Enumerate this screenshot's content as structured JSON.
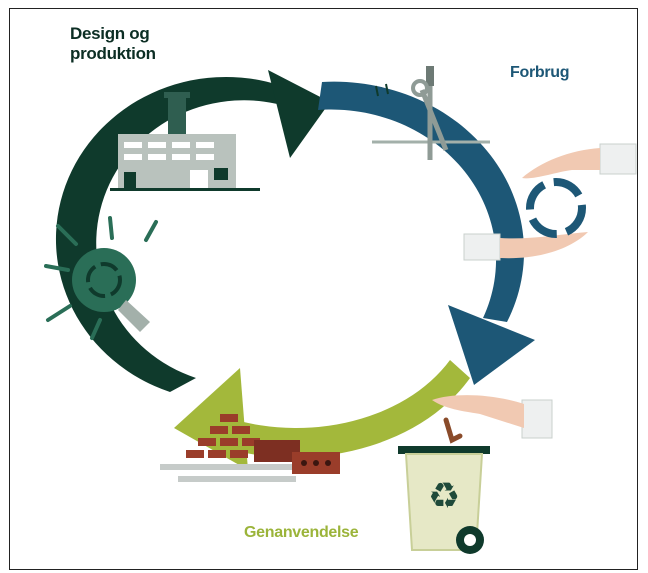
{
  "labels": {
    "design_line1": "Design og",
    "design_line2": "produktion",
    "forbrug": "Forbrug",
    "genanvendelse": "Genanvendelse"
  },
  "colors": {
    "dark_green": "#0f3a2c",
    "blue": "#1d5776",
    "lime": "#a3b83b",
    "bulb_green": "#2a6e57",
    "factory_grey": "#b9c2bd",
    "brick": "#9a3d2a",
    "bin": "#e6e8c6"
  },
  "icons": [
    "factory-icon",
    "lightbulb-icon",
    "tools-icon",
    "hands-icon",
    "recycle-bin-icon",
    "bricks-icon"
  ]
}
